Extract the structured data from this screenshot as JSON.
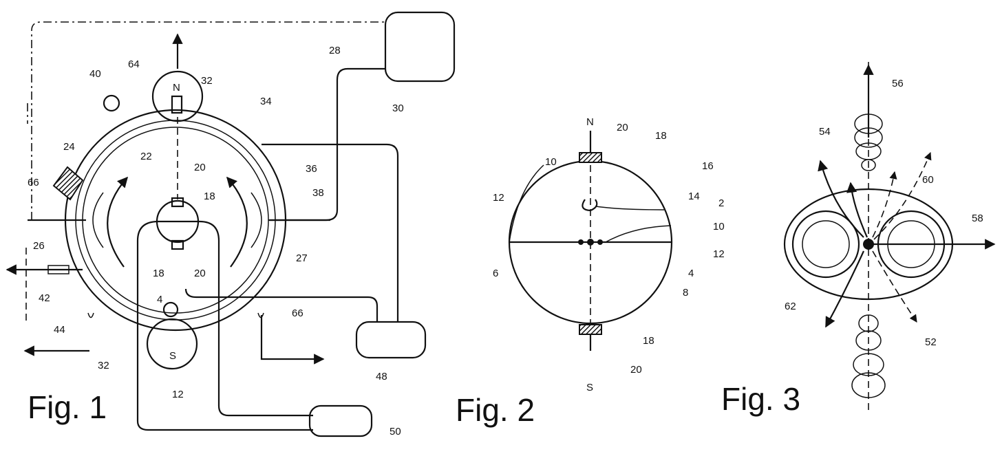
{
  "figures": [
    {
      "caption": "Fig. 1",
      "labels": {
        "l40": "40",
        "l64": "64",
        "l32a": "32",
        "l34": "34",
        "l28": "28",
        "l30": "30",
        "l24": "24",
        "l22": "22",
        "l20a": "20",
        "l36": "36",
        "l38": "38",
        "l66a": "66",
        "l18a": "18",
        "l26": "26",
        "l27": "27",
        "l18b": "18",
        "l20b": "20",
        "l42": "42",
        "l4": "4",
        "l44": "44",
        "l66b": "66",
        "l48": "48",
        "l32b": "32",
        "l12": "12",
        "l50": "50",
        "N": "N",
        "S": "S"
      }
    },
    {
      "caption": "Fig. 2",
      "labels": {
        "N": "N",
        "l20a": "20",
        "l18a": "18",
        "l10a": "10",
        "l16": "16",
        "l12a": "12",
        "l14": "14",
        "l2": "2",
        "l10b": "10",
        "l12b": "12",
        "l6": "6",
        "l4": "4",
        "l8": "8",
        "l18b": "18",
        "l20b": "20",
        "S": "S"
      }
    },
    {
      "caption": "Fig. 3",
      "labels": {
        "l56": "56",
        "l54": "54",
        "l60": "60",
        "l58": "58",
        "l62": "62",
        "l52": "52"
      }
    }
  ]
}
